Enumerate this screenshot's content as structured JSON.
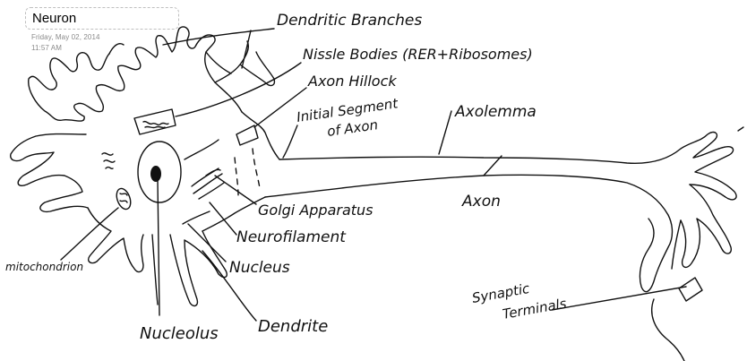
{
  "note": {
    "title": "Neuron",
    "date": "Friday, May 02, 2014",
    "time": "11:57 AM"
  },
  "labels": {
    "dendritic_branches": "Dendritic Branches",
    "nissl_bodies": "Nissle Bodies (RER+Ribosomes)",
    "axon_hillock": "Axon Hillock",
    "initial_segment_line1": "Initial Segment",
    "initial_segment_line2": "of Axon",
    "axolemma": "Axolemma",
    "axon": "Axon",
    "golgi": "Golgi Apparatus",
    "neurofilament": "Neurofilament",
    "nucleus": "Nucleus",
    "nucleolus": "Nucleolus",
    "dendrite": "Dendrite",
    "mitochondrion": "mitochondrion",
    "synaptic_line1": "Synaptic",
    "synaptic_line2": "Terminals"
  }
}
